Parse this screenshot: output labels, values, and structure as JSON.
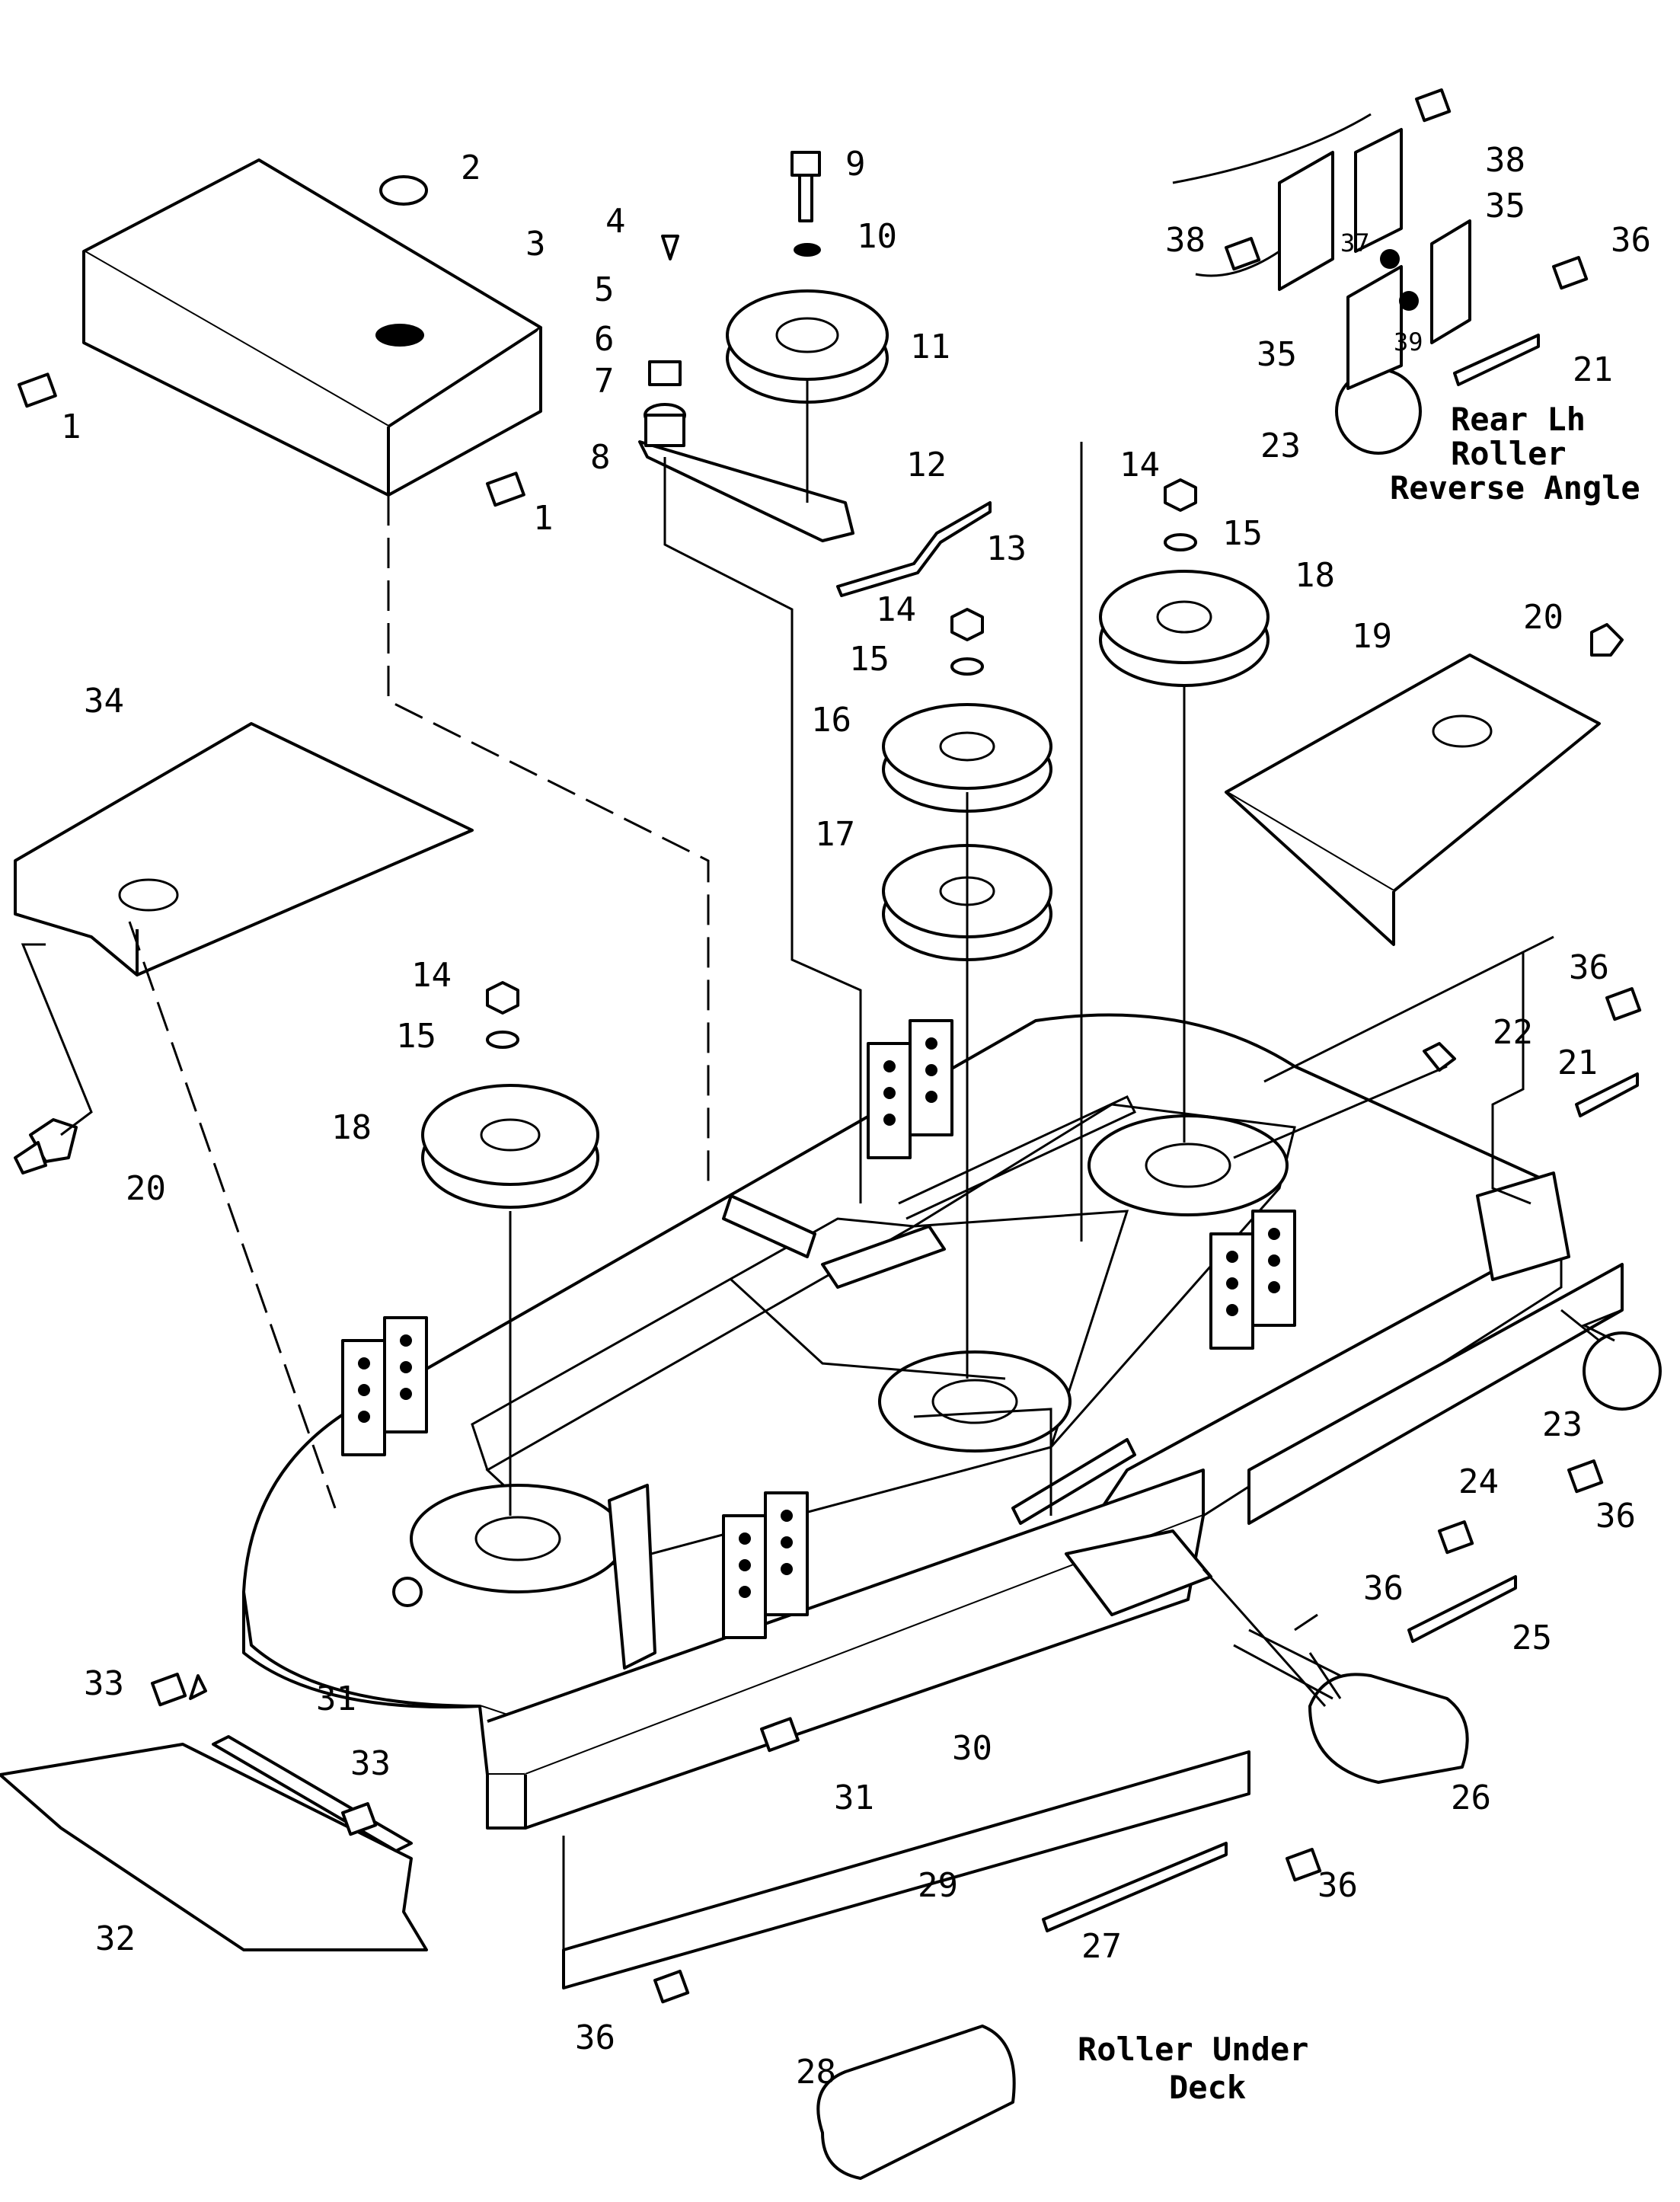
{
  "diagram": {
    "callouts": [
      "1",
      "1",
      "2",
      "3",
      "4",
      "5",
      "6",
      "7",
      "8",
      "9",
      "10",
      "11",
      "12",
      "13",
      "14",
      "15",
      "14",
      "15",
      "14",
      "15",
      "16",
      "17",
      "18",
      "18",
      "19",
      "20",
      "20",
      "21",
      "21",
      "22",
      "23",
      "23",
      "24",
      "25",
      "26",
      "27",
      "28",
      "29",
      "30",
      "31",
      "31",
      "32",
      "33",
      "33",
      "34",
      "35",
      "35",
      "36",
      "36",
      "36",
      "36",
      "36",
      "36",
      "37",
      "38",
      "38",
      "39"
    ],
    "notes": {
      "rear_roller_line1": "Rear Lh",
      "rear_roller_line2": "Roller",
      "rear_roller_line3": "Reverse Angle",
      "under_deck_line1": "Roller Under",
      "under_deck_line2": "Deck"
    }
  }
}
